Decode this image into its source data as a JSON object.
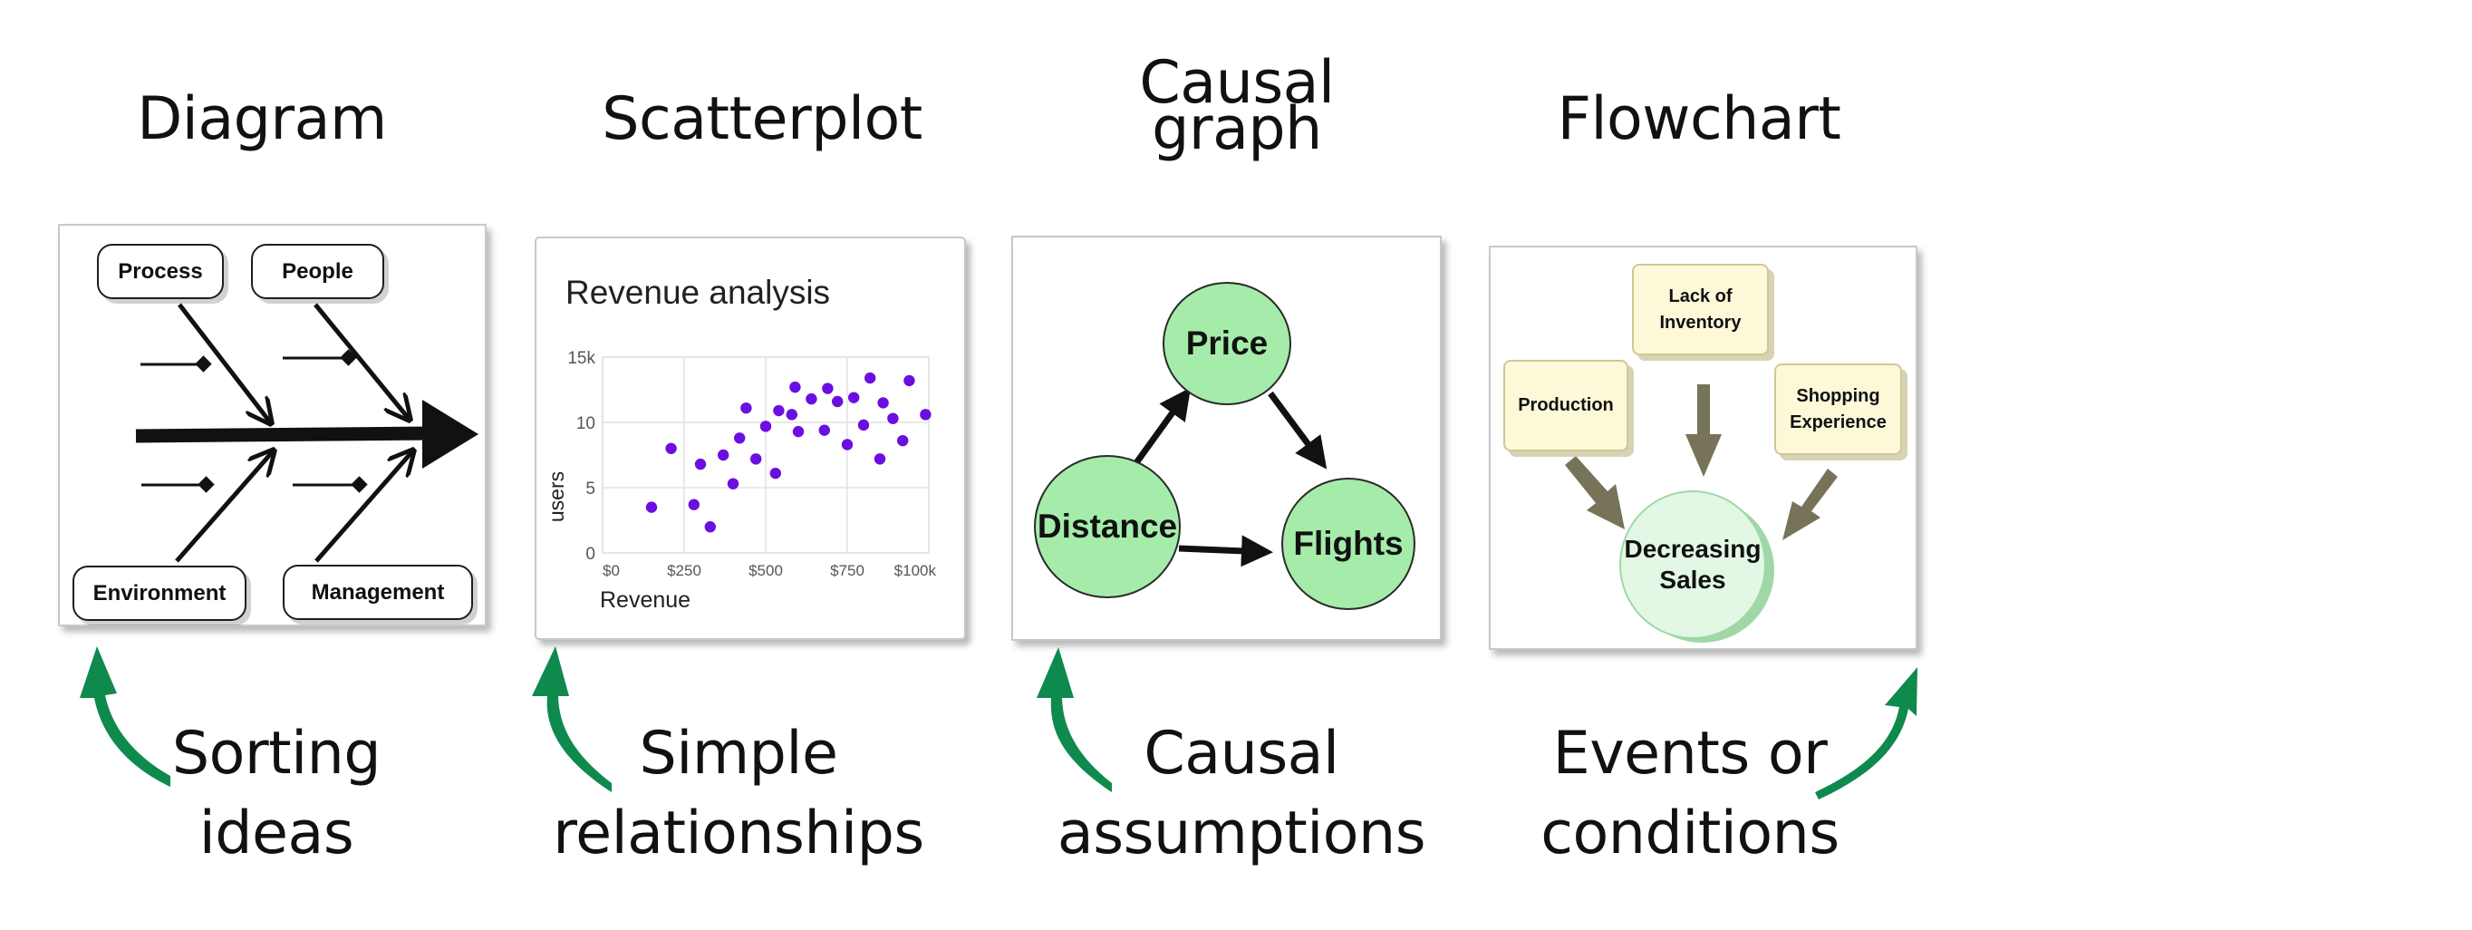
{
  "headings": {
    "diagram": "Diagram",
    "scatterplot": "Scatterplot",
    "causal_line1": "Causal",
    "causal_line2": "graph",
    "flowchart": "Flowchart"
  },
  "captions": {
    "diagram_line1": "Sorting",
    "diagram_line2": "ideas",
    "scatter_line1": "Simple",
    "scatter_line2": "relationships",
    "causal_line1": "Causal",
    "causal_line2": "assumptions",
    "flowchart_line1": "Events or",
    "flowchart_line2": "conditions"
  },
  "fishbone": {
    "process": "Process",
    "people": "People",
    "environment": "Environment",
    "management": "Management"
  },
  "causal_graph": {
    "price": "Price",
    "distance": "Distance",
    "flights": "Flights"
  },
  "flowchart": {
    "lack_line1": "Lack of",
    "lack_line2": "Inventory",
    "production": "Production",
    "shopping_line1": "Shopping",
    "shopping_line2": "Experience",
    "decreasing_line1": "Decreasing",
    "decreasing_line2": "Sales"
  },
  "colors": {
    "arrow_green": "#0e8a4c",
    "node_green": "#a5ecaa",
    "scatter_point": "#6a0fe0",
    "note_fill": "#fcf8d8",
    "flow_arrow": "#767358"
  },
  "chart_data": {
    "type": "scatter",
    "title": "Revenue analysis",
    "xlabel": "Revenue",
    "ylabel": "users",
    "xticks": [
      "$0",
      "$250",
      "$500",
      "$750",
      "$100k"
    ],
    "yticks": [
      "0",
      "5",
      "10",
      "15k"
    ],
    "xlim": [
      0,
      1000
    ],
    "ylim": [
      0,
      15
    ],
    "grid": true,
    "points": [
      {
        "x": 150,
        "y": 3.5
      },
      {
        "x": 210,
        "y": 8.0
      },
      {
        "x": 280,
        "y": 3.7
      },
      {
        "x": 300,
        "y": 6.8
      },
      {
        "x": 330,
        "y": 2.0
      },
      {
        "x": 370,
        "y": 7.5
      },
      {
        "x": 400,
        "y": 5.3
      },
      {
        "x": 420,
        "y": 8.8
      },
      {
        "x": 440,
        "y": 11.1
      },
      {
        "x": 470,
        "y": 7.2
      },
      {
        "x": 500,
        "y": 9.7
      },
      {
        "x": 530,
        "y": 6.1
      },
      {
        "x": 540,
        "y": 10.9
      },
      {
        "x": 580,
        "y": 10.6
      },
      {
        "x": 590,
        "y": 12.7
      },
      {
        "x": 600,
        "y": 9.3
      },
      {
        "x": 640,
        "y": 11.8
      },
      {
        "x": 680,
        "y": 9.4
      },
      {
        "x": 690,
        "y": 12.6
      },
      {
        "x": 720,
        "y": 11.6
      },
      {
        "x": 750,
        "y": 8.3
      },
      {
        "x": 770,
        "y": 11.9
      },
      {
        "x": 800,
        "y": 9.8
      },
      {
        "x": 820,
        "y": 13.4
      },
      {
        "x": 850,
        "y": 7.2
      },
      {
        "x": 860,
        "y": 11.5
      },
      {
        "x": 890,
        "y": 10.3
      },
      {
        "x": 920,
        "y": 8.6
      },
      {
        "x": 940,
        "y": 13.2
      },
      {
        "x": 990,
        "y": 10.6
      }
    ]
  }
}
